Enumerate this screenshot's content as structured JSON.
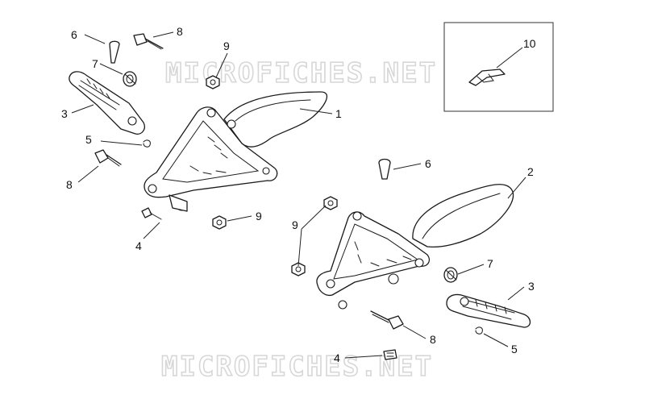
{
  "watermark": {
    "text": "MICROFICHES.NET"
  },
  "callouts": {
    "c1": "1",
    "c2": "2",
    "c3a": "3",
    "c3b": "3",
    "c4a": "4",
    "c4b": "4",
    "c5a": "5",
    "c5b": "5",
    "c6a": "6",
    "c6b": "6",
    "c7a": "7",
    "c7b": "7",
    "c8a": "8",
    "c8b": "8",
    "c8c": "8",
    "c9a": "9",
    "c9b": "9",
    "c9c": "9",
    "c10": "10"
  },
  "colors": {
    "line": "#1a1a1a",
    "watermark": "#d7d7d7",
    "background": "#ffffff"
  }
}
